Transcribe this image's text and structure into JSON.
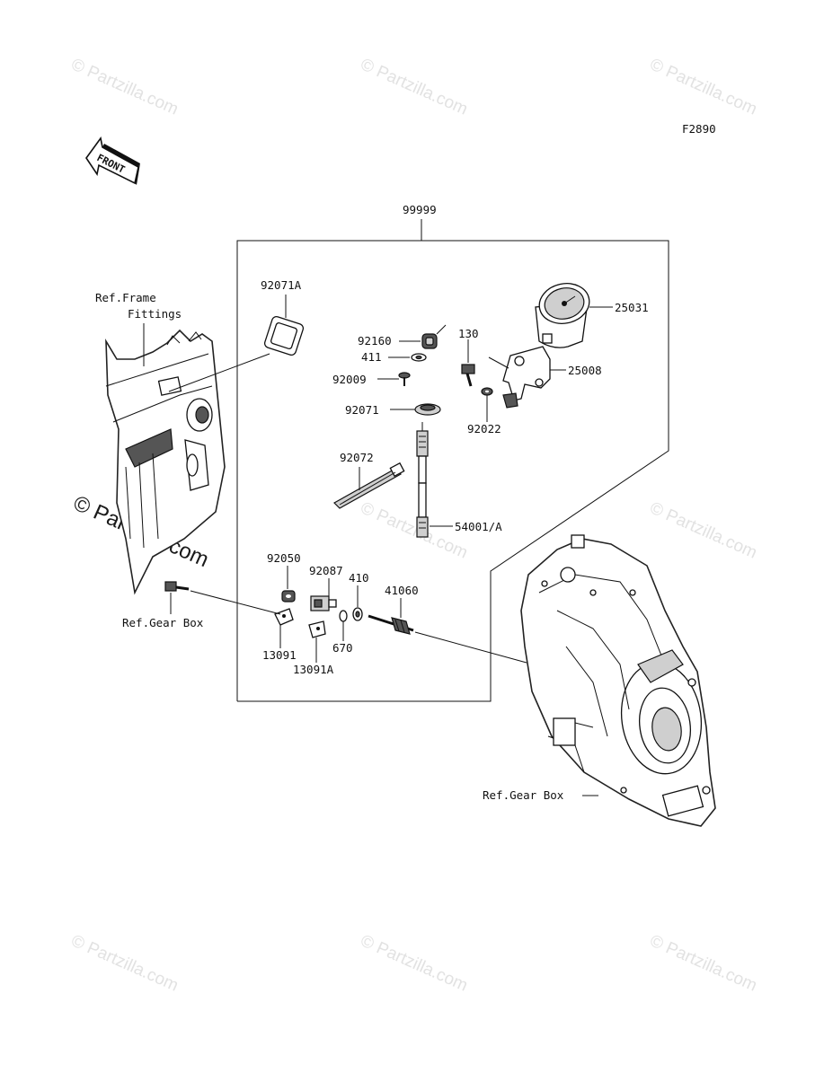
{
  "figure_code": "F2890",
  "front_label": "FRONT",
  "watermark": "© Partzilla.com",
  "assembly": {
    "number": "99999"
  },
  "references": {
    "frame_line1": "Ref.Frame",
    "frame_line2": "Fittings",
    "gear_box_left": "Ref.Gear Box",
    "gear_box_right": "Ref.Gear Box"
  },
  "parts": {
    "p92071A": "92071A",
    "p25031": "25031",
    "p92160": "92160",
    "p130": "130",
    "p411": "411",
    "p25008": "25008",
    "p92009": "92009",
    "p92071": "92071",
    "p92022": "92022",
    "p92072": "92072",
    "p54001A": "54001/A",
    "p92050": "92050",
    "p92087": "92087",
    "p410": "410",
    "p41060": "41060",
    "p13091": "13091",
    "p670": "670",
    "p13091A": "13091A"
  }
}
